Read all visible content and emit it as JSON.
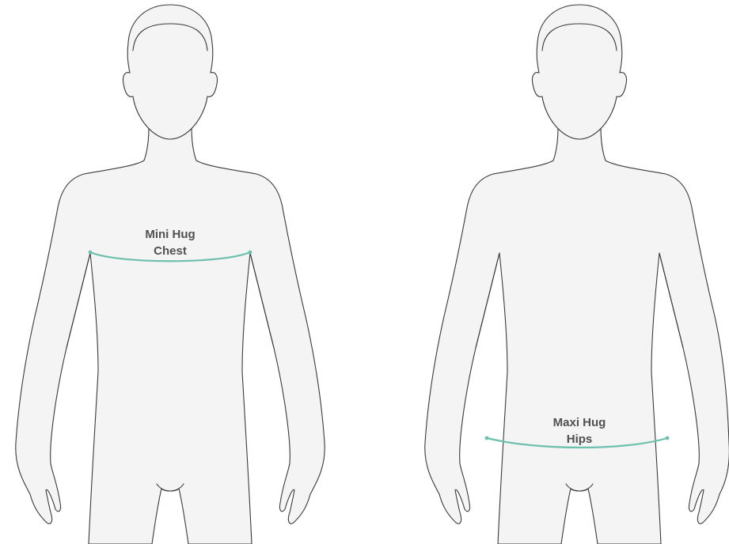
{
  "colors": {
    "measure_line": "#6dbfae",
    "label_text": "#505050",
    "figure_fill": "#f4f4f4",
    "figure_outline": "#3a3a3a"
  },
  "left_figure": {
    "measurement": {
      "line1": "Mini Hug",
      "line2": "Chest"
    }
  },
  "right_figure": {
    "measurement": {
      "line1": "Maxi Hug",
      "line2": "Hips"
    }
  }
}
